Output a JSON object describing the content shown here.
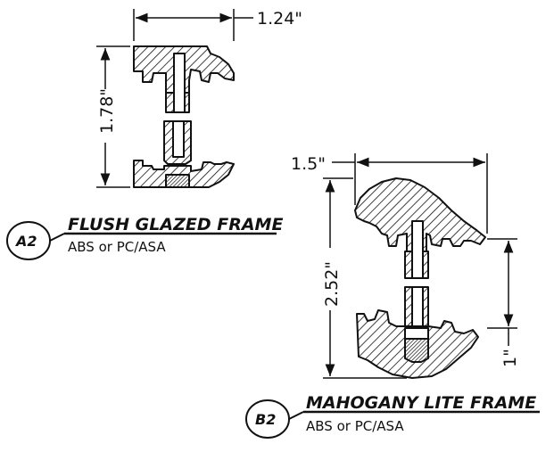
{
  "frame_a": {
    "callout": "A2",
    "title": "FLUSH GLAZED FRAME",
    "material": "ABS or PC/ASA",
    "width_dim": "1.24\"",
    "height_dim": "1.78\""
  },
  "frame_b": {
    "callout": "B2",
    "title": "MAHOGANY LITE FRAME",
    "material": "ABS or PC/ASA",
    "width_dim": "1.5\"",
    "height_dim": "2.52\"",
    "side_dim": "1\""
  },
  "colors": {
    "ink": "#111111",
    "background": "#ffffff"
  }
}
